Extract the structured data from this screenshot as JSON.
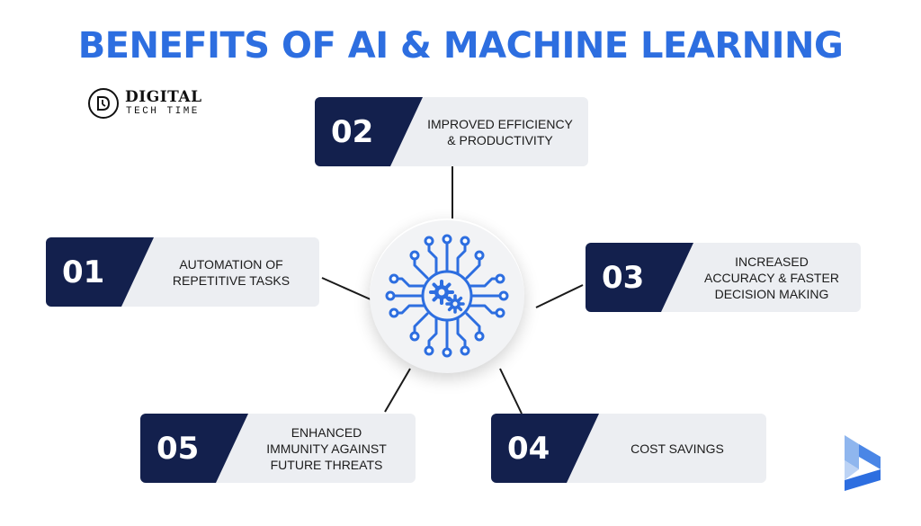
{
  "title": "BENEFITS OF AI & MACHINE LEARNING",
  "logo": {
    "line1": "DIGITAL",
    "line2": "TECH TIME"
  },
  "colors": {
    "title": "#2d6ee0",
    "navy": "#13204d",
    "card": "#eceef2",
    "icon": "#2d6ee0",
    "connector": "#1a1a1a"
  },
  "center_icon": "ai-chip-icon",
  "benefits": [
    {
      "number": "01",
      "text": "AUTOMATION OF\nREPETITIVE TASKS"
    },
    {
      "number": "02",
      "text": "IMPROVED EFFICIENCY\n& PRODUCTIVITY"
    },
    {
      "number": "03",
      "text": "INCREASED\nACCURACY & FASTER\nDECISION MAKING"
    },
    {
      "number": "04",
      "text": "COST SAVINGS"
    },
    {
      "number": "05",
      "text": "ENHANCED\nIMMUNITY AGAINST\nFUTURE THREATS"
    }
  ]
}
